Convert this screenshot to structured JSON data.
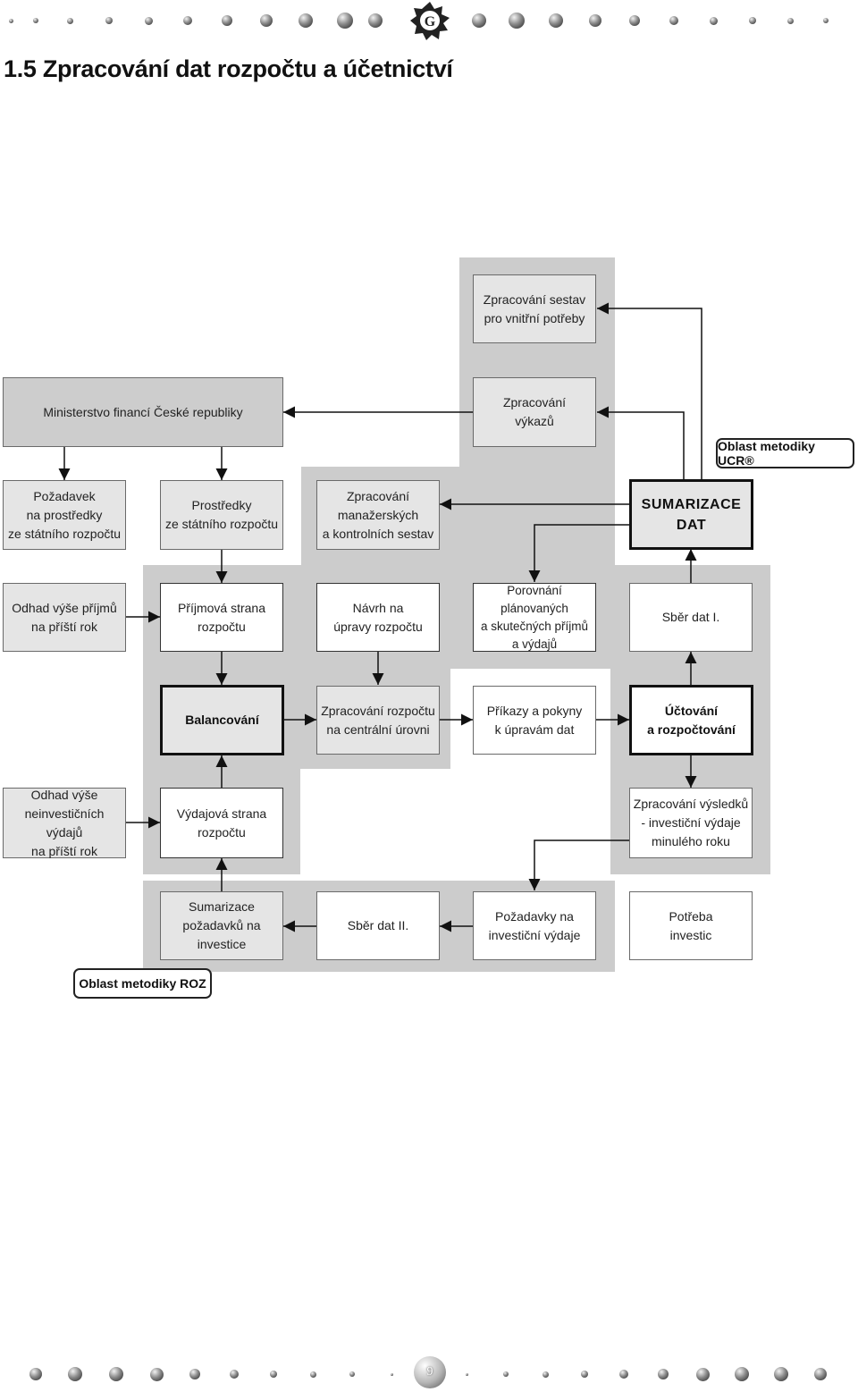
{
  "header": {
    "logo_icon": "gear-g-logo-icon"
  },
  "title": "1.5  Zpracování dat rozpočtu a účetnictví",
  "boxes": {
    "zpracovani_sestav": "Zpracování sestav\npro vnitřní potřeby",
    "ministerstvo": "Ministerstvo financí České republiky",
    "zpracovani_vykazu": "Zpracování\nvýkazů",
    "pozadavek": "Požadavek\nna prostředky\nze státního rozpočtu",
    "prostredky": "Prostředky\nze státního rozpočtu",
    "zpracovani_manazerskych": "Zpracování\nmanažerských\na kontrolních sestav",
    "sumarizace_dat": "SUMARIZACE\nDAT",
    "odhad_prijmu": "Odhad výše příjmů\nna příští rok",
    "prijmova_strana": "Příjmová strana\nrozpočtu",
    "navrh_uprav": "Návrh na\núpravy rozpočtu",
    "porovnani": "Porovnání plánovaných\na skutečných příjmů\na výdajů",
    "sber_dat_1": "Sběr dat I.",
    "balancovani": "Balancování",
    "zpracovani_centralni": "Zpracování rozpočtu\nna centrální úrovni",
    "prikazy": "Příkazy a pokyny\nk úpravám dat",
    "uctovani": "Účtování\na rozpočtování",
    "odhad_vydaju": "Odhad výše\nneinvestičních výdajů\nna příští rok",
    "vydajova_strana": "Výdajová strana\nrozpočtu",
    "zpracovani_vysledku": "Zpracování výsledků\n- investiční výdaje\nminulého roku",
    "sumarizace_pozadavku": "Sumarizace\npožadavků na investice",
    "sber_dat_2": "Sběr dat II.",
    "pozadavky_investicni": "Požadavky na\ninvestiční výdaje",
    "potreba_investic": "Potřeba\ninvestic"
  },
  "labels": {
    "ucr": "Oblast metodiky UCR®",
    "roz": "Oblast metodiky ROZ"
  },
  "footer": {
    "page_number": "9"
  },
  "colors": {
    "zone_gray": "#cccccc",
    "box_light": "#e5e5e5",
    "box_dark": "#cdcdcd",
    "stroke": "#111111"
  }
}
